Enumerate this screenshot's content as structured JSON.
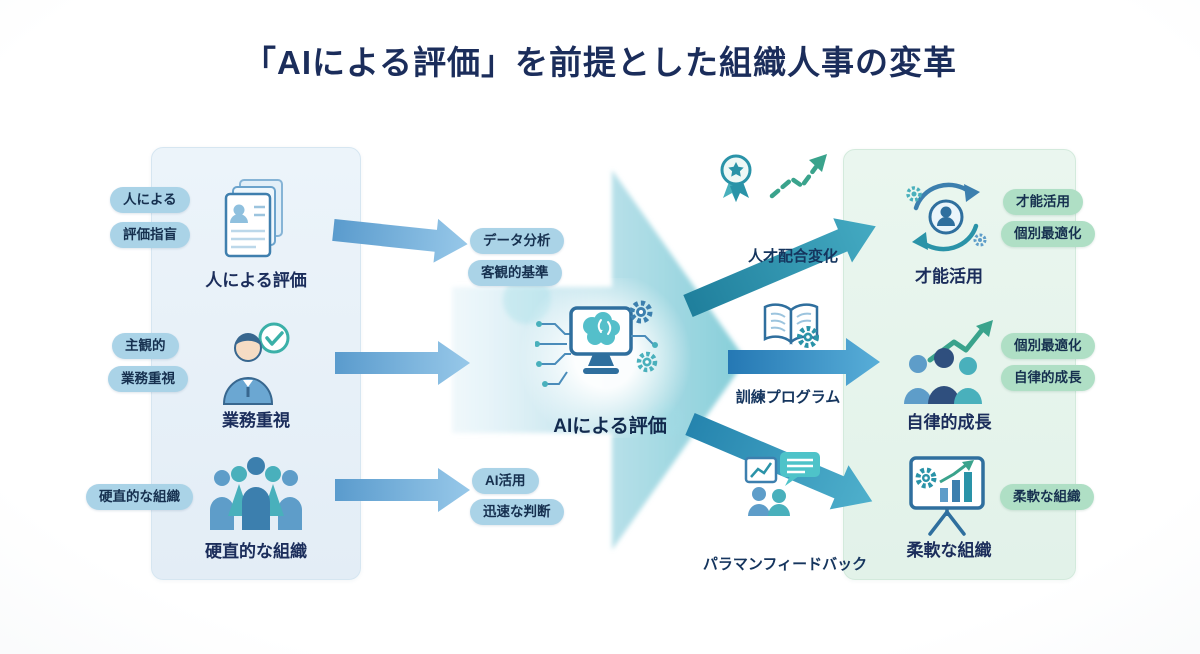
{
  "title": "「AIによる評価」を前提とした組織人事の変革",
  "colors": {
    "title_navy": "#1b2d5b",
    "panel_blue": "#ecf4fa",
    "panel_green": "#eaf6ef",
    "tag_blue": "#aad3e7",
    "tag_green": "#afdfc5",
    "arrow_blue": "#5a9bcd",
    "arrow_teal": "#2a93a8",
    "center_arrow": "#8ed0da"
  },
  "left_panel": {
    "items": [
      {
        "icon": "documents-icon",
        "label": "人による評価",
        "tags": [
          "人による",
          "評価指盲"
        ]
      },
      {
        "icon": "person-check-icon",
        "label": "業務重視",
        "tags": [
          "主観的",
          "業務重視"
        ]
      },
      {
        "icon": "people-group-icon",
        "label": "硬直的な組織",
        "tags": [
          "硬直的な組織"
        ]
      }
    ]
  },
  "center": {
    "label": "AIによる評価",
    "icon": "ai-monitor-brain-icon",
    "top_tags": [
      "データ分析",
      "客観的基準"
    ],
    "bottom_tags": [
      "AI活用",
      "迅速な判断"
    ]
  },
  "flows": [
    {
      "icon": "award-growth-icon",
      "label": "人才配合変化"
    },
    {
      "icon": "book-gear-icon",
      "label": "訓練プログラム"
    },
    {
      "icon": "feedback-chat-icon",
      "label": "パラマンフィードバック"
    }
  ],
  "right_panel": {
    "items": [
      {
        "icon": "talent-cycle-icon",
        "label": "才能活用",
        "tags": [
          "才能活用",
          "個別最適化"
        ]
      },
      {
        "icon": "growth-people-icon",
        "label": "自律的成長",
        "tags": [
          "個別最適化",
          "自律的成長"
        ]
      },
      {
        "icon": "flexible-board-icon",
        "label": "柔軟な組織",
        "tags": [
          "柔軟な組織"
        ]
      }
    ]
  }
}
